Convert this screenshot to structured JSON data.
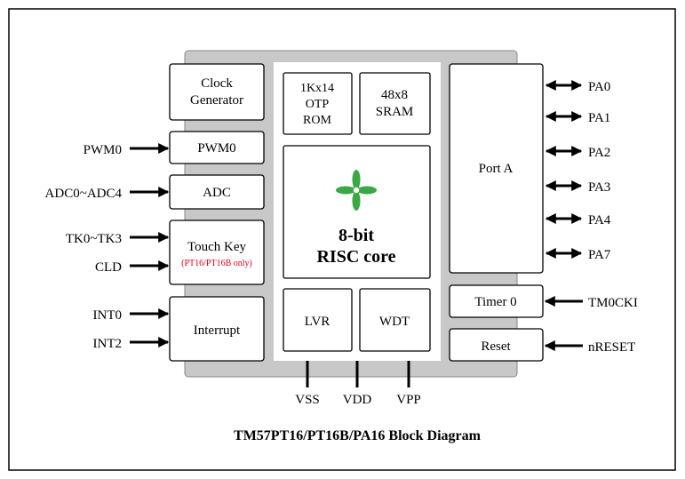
{
  "title": "TM57PT16/PT16B/PA16 Block Diagram",
  "blocks": {
    "clock": {
      "line1": "Clock",
      "line2": "Generator"
    },
    "pwm": "PWM0",
    "adc": "ADC",
    "touch": {
      "label": "Touch Key",
      "note": "(PT16/PT16B only)"
    },
    "interrupt": "Interrupt",
    "rom": {
      "line1": "1Kx14",
      "line2": "OTP",
      "line3": "ROM"
    },
    "sram": {
      "line1": "48x8",
      "line2": "SRAM"
    },
    "core": {
      "line1": "8-bit",
      "line2": "RISC core"
    },
    "lvr": "LVR",
    "wdt": "WDT",
    "porta": "Port A",
    "timer": "Timer 0",
    "reset": "Reset"
  },
  "left_signals": {
    "pwm0": "PWM0",
    "adc": "ADC0~ADC4",
    "tk": "TK0~TK3",
    "cld": "CLD",
    "int0": "INT0",
    "int2": "INT2"
  },
  "right_signals": {
    "pa0": "PA0",
    "pa1": "PA1",
    "pa2": "PA2",
    "pa3": "PA3",
    "pa4": "PA4",
    "pa7": "PA7",
    "tm0cki": "TM0CKI",
    "nreset": "nRESET"
  },
  "bottom_signals": {
    "vss": "VSS",
    "vdd": "VDD",
    "vpp": "VPP"
  },
  "colors": {
    "chip_body": "#c8c8c8",
    "core_panel": "#ffffff",
    "note_red": "#e0001a",
    "logo_green": "#3aa845"
  }
}
